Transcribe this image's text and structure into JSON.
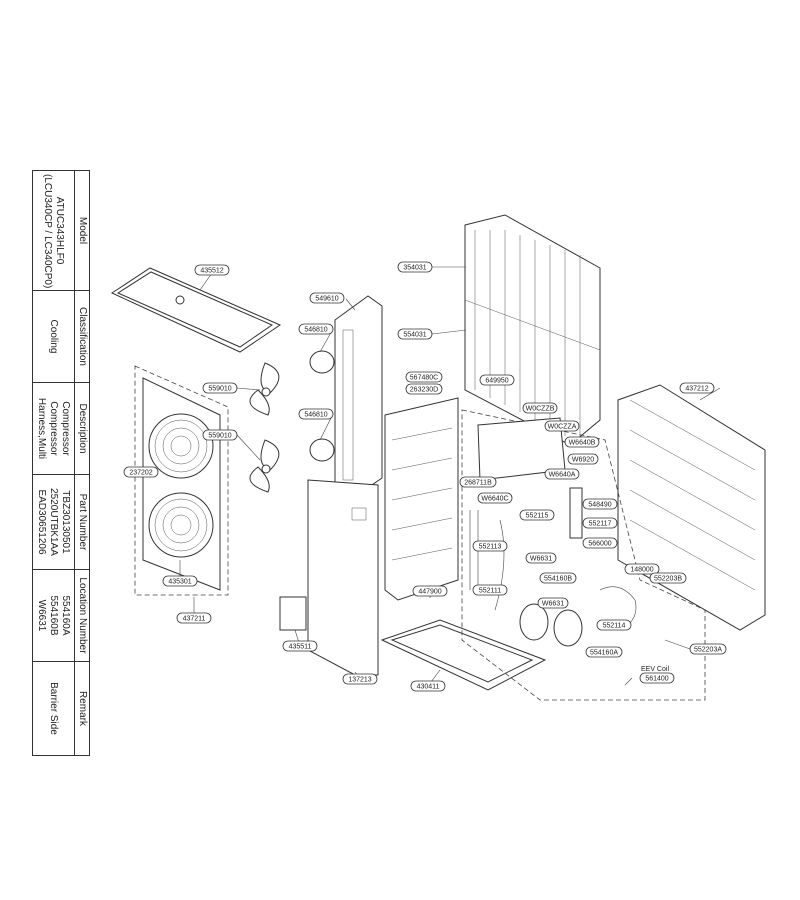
{
  "table": {
    "headers": {
      "model": "Model",
      "classification": "Classification",
      "description": "Description",
      "part_number": "Part Number",
      "location_number": "Location Number",
      "remark": "Remark"
    },
    "model_line1": "ATUC343HLF0",
    "model_line2": "(LCU340CP / LC340CP0)",
    "classification": "Cooling",
    "descriptions": [
      "Compressor",
      "Compressor",
      "Harness,Multi"
    ],
    "part_numbers": [
      "TBZ30130501",
      "2520UTBK1AA",
      "EAD30651206"
    ],
    "location_numbers": [
      "554160A",
      "554160B",
      "W6631"
    ],
    "remarks": [
      "",
      "",
      "Barrier Side"
    ]
  },
  "labels": {
    "l435512": "435512",
    "l549610": "549610",
    "l354031": "354031",
    "l554031": "554031",
    "l546810a": "546810",
    "l546810b": "546810",
    "l559010a": "559010",
    "l559010b": "559010",
    "l237202": "237202",
    "l435301": "435301",
    "l437211": "437211",
    "l567480c": "567480C",
    "l263230d": "263230D",
    "l649950": "649950",
    "l437212": "437212",
    "lw0cz2b": "W0CZZB",
    "lw0cz2a": "W0CZZA",
    "lw6640b": "W6640B",
    "lw6920": "W6920",
    "lw6640a": "W6640A",
    "l268711b": "268711B",
    "lw6640c": "W6640C",
    "l548490": "548490",
    "l552115": "552115",
    "l552117": "552117",
    "l552113": "552113",
    "lw6631a": "W6631",
    "l566000": "566000",
    "l554160b": "554160B",
    "l552111": "552111",
    "lw6631b": "W6631",
    "l148000": "148000",
    "l552203b": "552203B",
    "l447900": "447900",
    "l552114": "552114",
    "l554160a": "554160A",
    "l552203a": "552203A",
    "leev": "EEV Coil",
    "l561400": "561400",
    "l435511": "435511",
    "l137213": "137213",
    "l430411": "430411"
  }
}
